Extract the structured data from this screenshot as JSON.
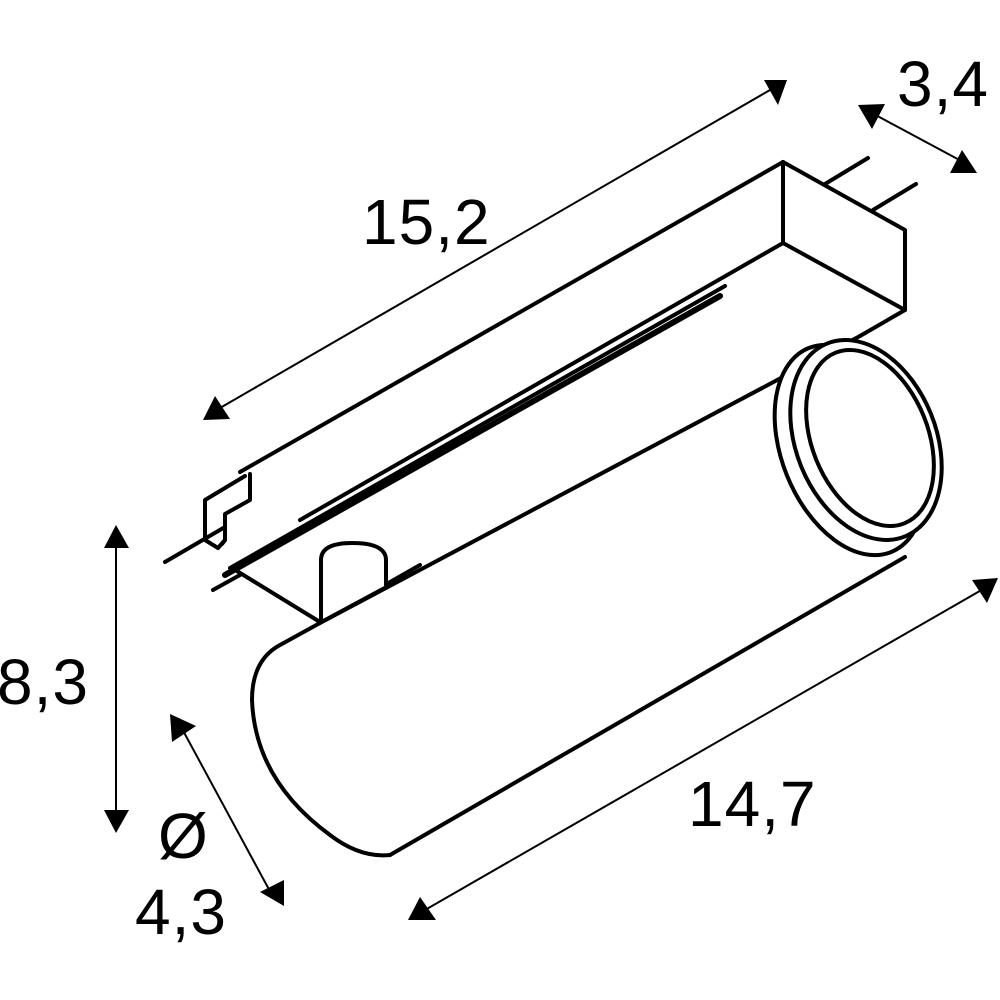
{
  "drawing": {
    "subject": "track spotlight dimension drawing",
    "colors": {
      "line": "#000000",
      "background": "#ffffff"
    }
  },
  "dimensions": {
    "length_adapter": {
      "label": "15,2"
    },
    "width_adapter": {
      "label": "3,4"
    },
    "height_total": {
      "label": "8,3"
    },
    "diameter_symbol": {
      "label": "Ø"
    },
    "diameter": {
      "label": "4,3"
    },
    "length_cylinder": {
      "label": "14,7"
    }
  }
}
